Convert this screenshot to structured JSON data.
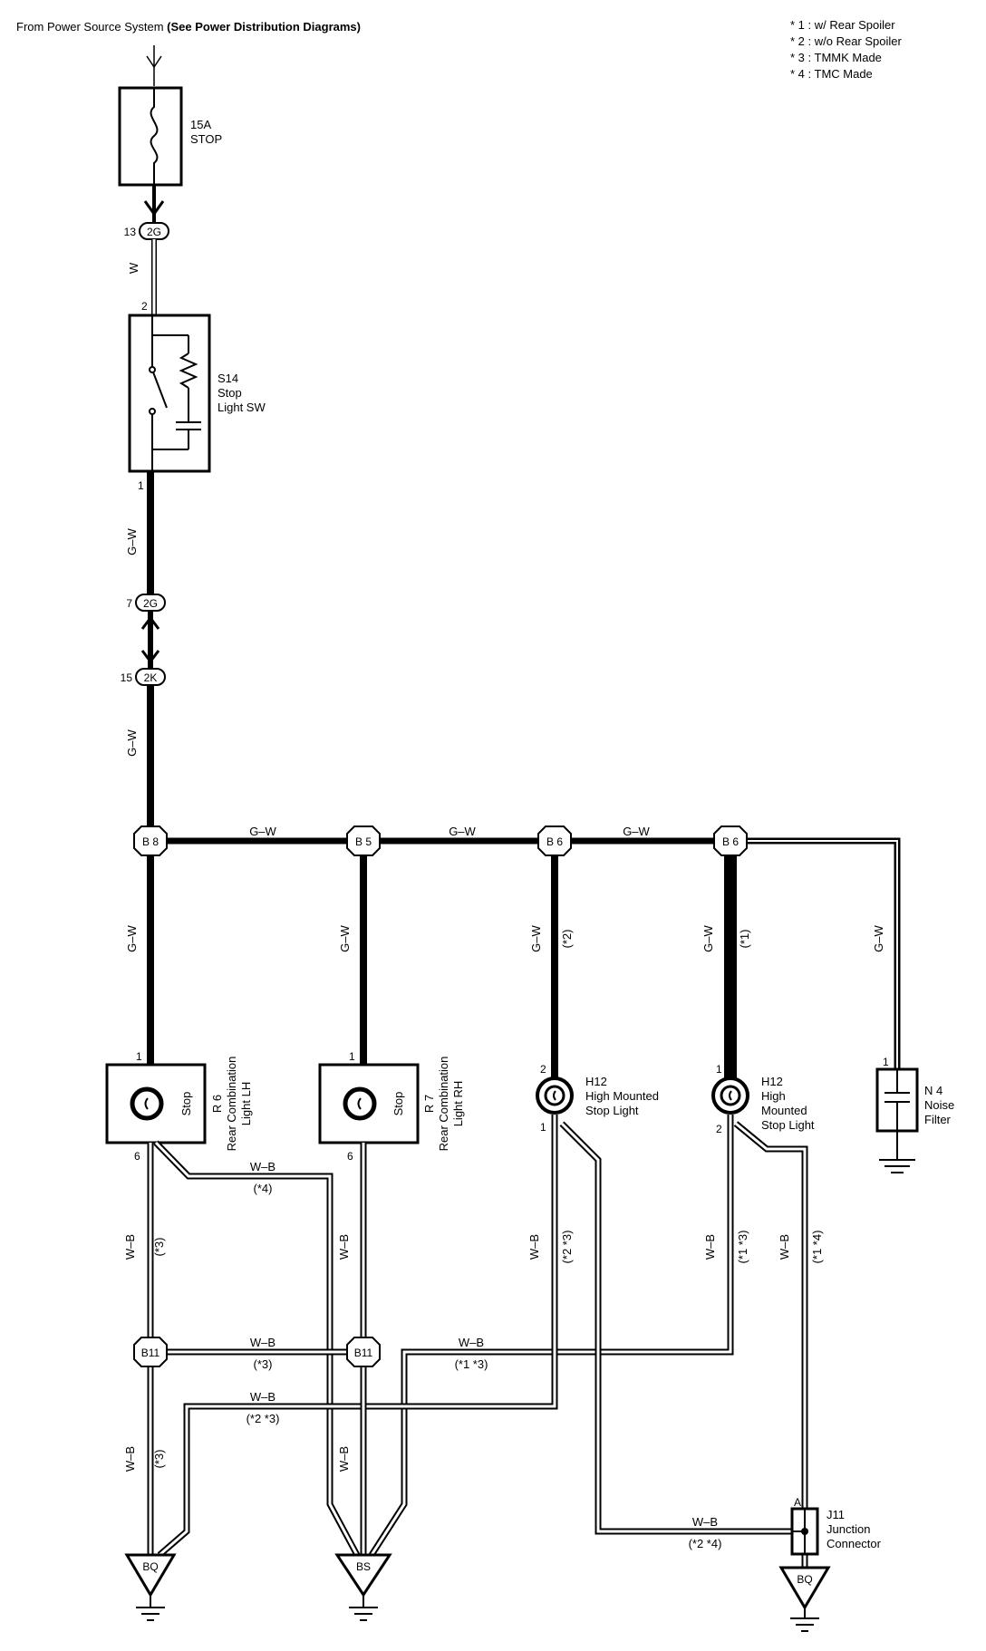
{
  "header": {
    "source_prefix": "From Power Source System",
    "source_ref": "(See Power Distribution Diagrams)"
  },
  "notes": [
    "* 1 : w/ Rear Spoiler",
    "* 2 : w/o Rear Spoiler",
    "* 3 : TMMK Made",
    "* 4 : TMC Made"
  ],
  "fuse": {
    "rating": "15A",
    "name": "STOP"
  },
  "stop_switch": {
    "code": "S14",
    "name1": "Stop",
    "name2": "Light SW",
    "pin_top": "2",
    "pin_bottom": "1"
  },
  "connectors": {
    "c2g_top": {
      "code": "2G",
      "pin": "13"
    },
    "c2g_mid": {
      "code": "2G",
      "pin": "7"
    },
    "c2k": {
      "code": "2K",
      "pin": "15"
    }
  },
  "junctions": {
    "b8": "B 8",
    "b5": "B 5",
    "b6a": "B 6",
    "b6b": "B 6",
    "b11a": "B11",
    "b11b": "B11"
  },
  "wires": {
    "w": "W",
    "gw": "G–W",
    "wb": "W–B",
    "n1": "(*1)",
    "n2": "(*2)",
    "n3": "(*3)",
    "n4": "(*4)",
    "n13": "(*1 *3)",
    "n14": "(*1 *4)",
    "n23": "(*2 *3)",
    "n24": "(*2 *4)"
  },
  "lamps": {
    "r6": {
      "code": "R 6",
      "name1": "Rear Combination",
      "name2": "Light LH",
      "inner": "Stop",
      "pin_top": "1",
      "pin_bottom": "6"
    },
    "r7": {
      "code": "R 7",
      "name1": "Rear Combination",
      "name2": "Light RH",
      "inner": "Stop",
      "pin_top": "1",
      "pin_bottom": "6"
    },
    "h12a": {
      "code": "H12",
      "name1": "High Mounted",
      "name2": "Stop Light",
      "pin_top": "2",
      "pin_bottom": "1"
    },
    "h12b": {
      "code": "H12",
      "name1": "High",
      "name2": "Mounted",
      "name3": "Stop Light",
      "pin_top": "1",
      "pin_bottom": "2"
    }
  },
  "noise_filter": {
    "code": "N 4",
    "name1": "Noise",
    "name2": "Filter",
    "pin": "1"
  },
  "junction_connector": {
    "code": "J11",
    "name1": "Junction",
    "name2": "Connector",
    "pin": "A"
  },
  "grounds": {
    "g1": "BQ",
    "g2": "BS",
    "g3": "BQ"
  }
}
